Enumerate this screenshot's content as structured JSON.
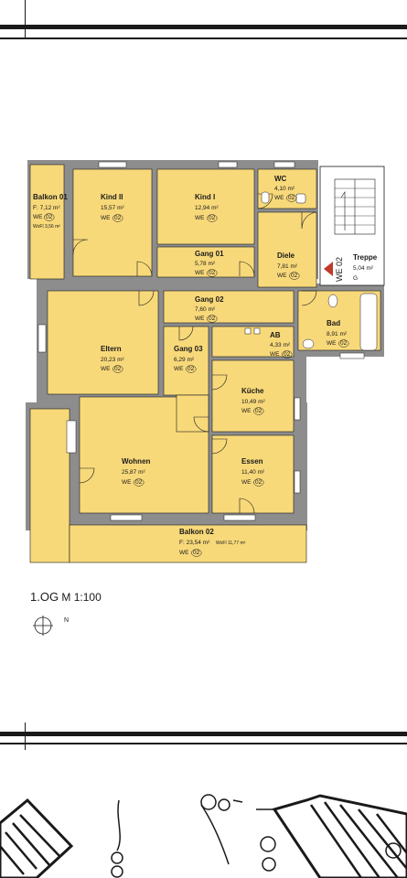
{
  "plan": {
    "unit_label": "WE",
    "unit_number": "02",
    "stair_unit_label": "WE 02",
    "rooms": [
      {
        "id": "balkon01",
        "name": "Balkon 01",
        "area": "F: 7,12 m²",
        "wofl": "WoFl 3,56 m²"
      },
      {
        "id": "kind2",
        "name": "Kind II",
        "area": "15,57 m²"
      },
      {
        "id": "kind1",
        "name": "Kind I",
        "area": "12,94 m²"
      },
      {
        "id": "wc",
        "name": "WC",
        "area": "4,10 m²"
      },
      {
        "id": "treppe",
        "name": "Treppe",
        "area": "5,04 m²",
        "extra": "G"
      },
      {
        "id": "gang01",
        "name": "Gang 01",
        "area": "5,78 m²"
      },
      {
        "id": "diele",
        "name": "Diele",
        "area": "7,81 m²"
      },
      {
        "id": "gang02",
        "name": "Gang 02",
        "area": "7,60 m²"
      },
      {
        "id": "bad",
        "name": "Bad",
        "area": "8,91 m²"
      },
      {
        "id": "eltern",
        "name": "Eltern",
        "area": "20,23 m²"
      },
      {
        "id": "gang03",
        "name": "Gang 03",
        "area": "6,29 m²"
      },
      {
        "id": "ab",
        "name": "AB",
        "area": "4,33 m²"
      },
      {
        "id": "kueche",
        "name": "Küche",
        "area": "10,49 m²"
      },
      {
        "id": "wohnen",
        "name": "Wohnen",
        "area": "25,87 m²"
      },
      {
        "id": "essen",
        "name": "Essen",
        "area": "11,40 m²"
      },
      {
        "id": "balkon02",
        "name": "Balkon 02",
        "area": "F: 23,54 m²",
        "wofl": "WoFl 11,77 m²"
      }
    ]
  },
  "floor_label": {
    "level": "1.OG",
    "scale": "M 1:100"
  },
  "north_label": "N",
  "colors": {
    "room_fill": "#f8d97a",
    "wall": "#8d8d8d",
    "line": "#1a1a1a",
    "door": "#c0392b"
  }
}
